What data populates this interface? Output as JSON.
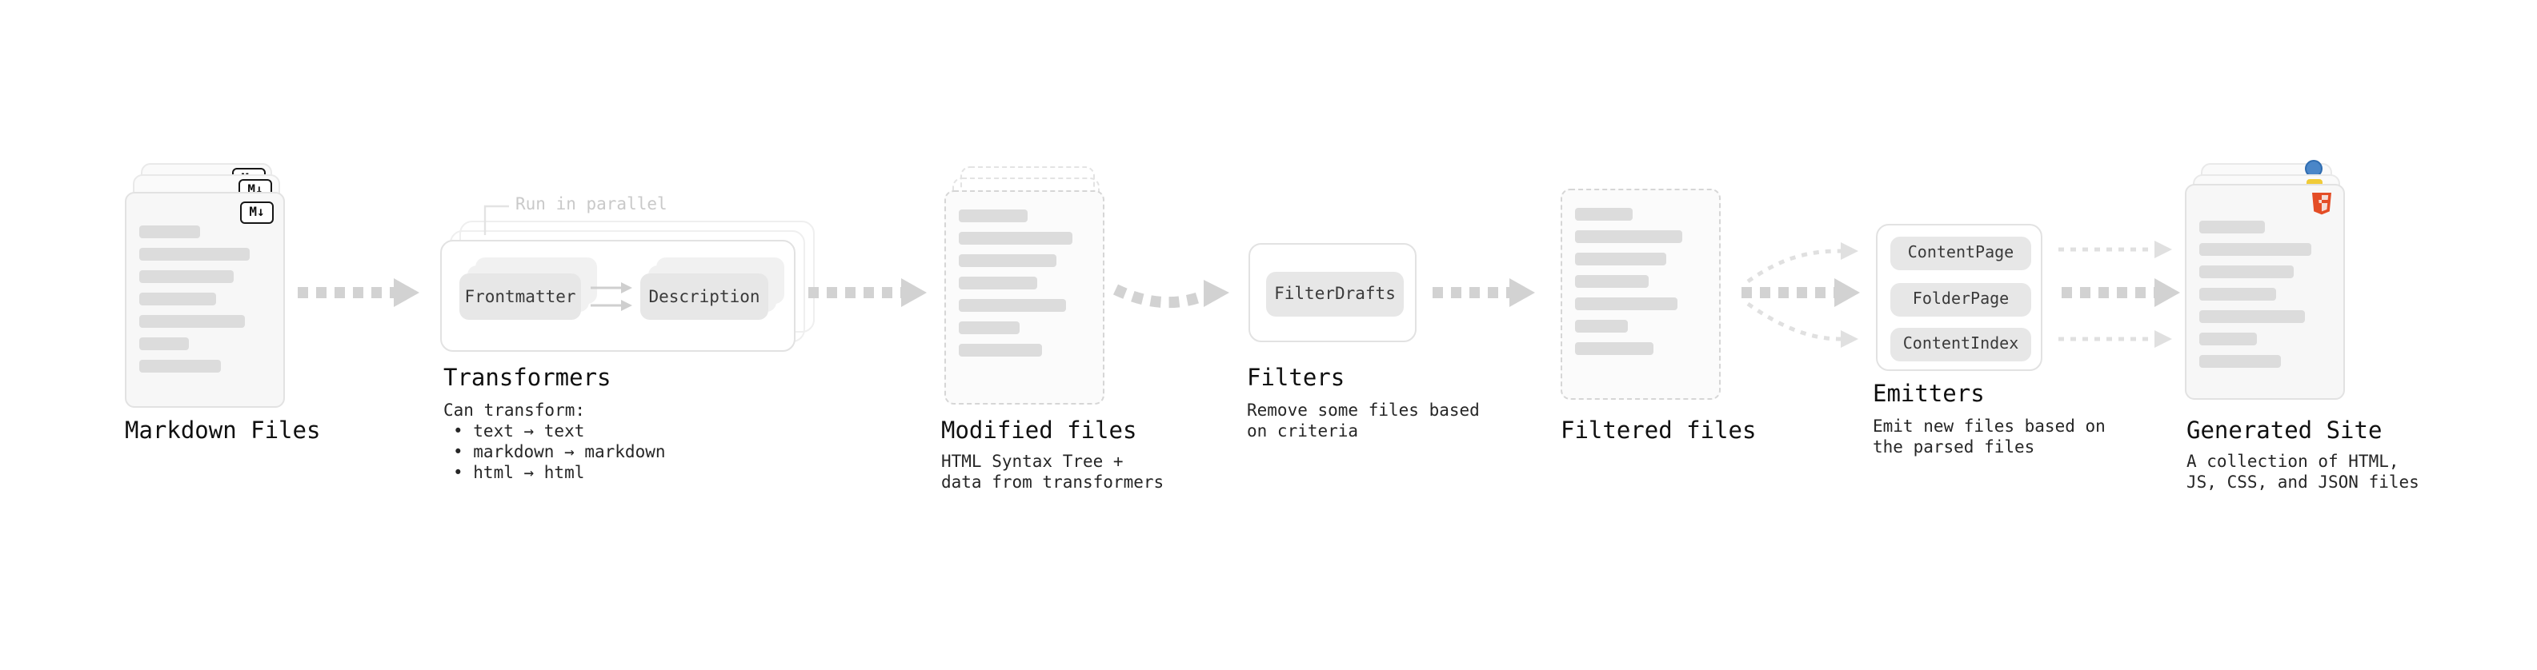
{
  "markdown_files": {
    "label": "Markdown Files",
    "badge": "M↓"
  },
  "transformers": {
    "label": "Transformers",
    "annotation": "Run in parallel",
    "frontmatter": "Frontmatter",
    "description_btn": "Description",
    "caption_title": "Can transform:",
    "bullets": [
      "• text → text",
      "• markdown → markdown",
      "• html → html"
    ]
  },
  "modified_files": {
    "label": "Modified files",
    "caption": [
      "HTML Syntax Tree +",
      "data from transformers"
    ]
  },
  "filters": {
    "label": "Filters",
    "button": "FilterDrafts",
    "caption": [
      "Remove some files based",
      "on criteria"
    ]
  },
  "filtered_files": {
    "label": "Filtered files"
  },
  "emitters": {
    "label": "Emitters",
    "buttons": [
      "ContentPage",
      "FolderPage",
      "ContentIndex"
    ],
    "caption": [
      "Emit new files based on",
      "the parsed files"
    ]
  },
  "generated_site": {
    "label": "Generated Site",
    "caption": [
      "A collection of HTML,",
      "JS, CSS, and JSON files"
    ]
  },
  "colors": {
    "arrow": "#d2d2d2",
    "card_bg": "#f7f7f7",
    "chip_bg": "#e7e7e7",
    "html5_orange": "#e44d26",
    "badge_border": "#161616"
  }
}
